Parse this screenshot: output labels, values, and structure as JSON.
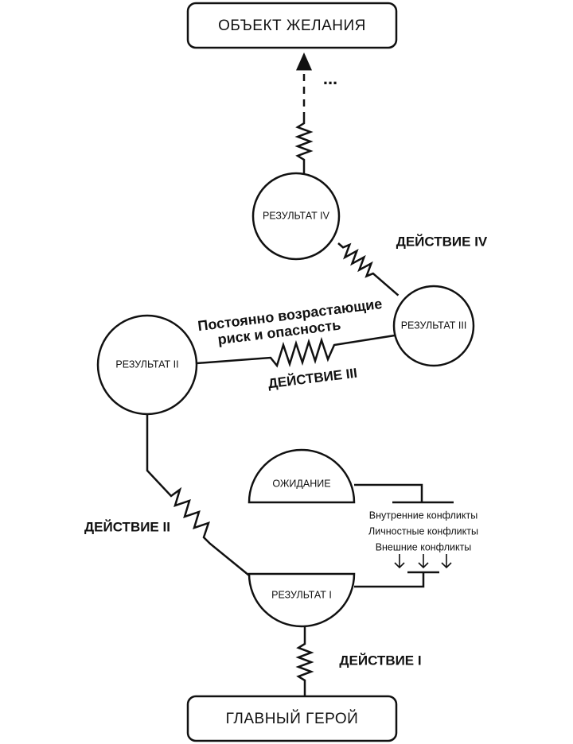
{
  "nodes": {
    "goal": "ОБЪЕКТ ЖЕЛАНИЯ",
    "hero": "ГЛАВНЫЙ ГЕРОЙ",
    "result1": "РЕЗУЛЬТАТ I",
    "result2": "РЕЗУЛЬТАТ II",
    "result3": "РЕЗУЛЬТАТ III",
    "result4": "РЕЗУЛЬТАТ IV",
    "expectation": "ОЖИДАНИЕ"
  },
  "actions": {
    "a1": "ДЕЙСТВИЕ I",
    "a2": "ДЕЙСТВИЕ II",
    "a3": "ДЕЙСТВИЕ III",
    "a4": "ДЕЙСТВИЕ IV"
  },
  "annotation": {
    "line1": "Постоянно возрастающие",
    "line2": "риск и опасность"
  },
  "conflicts": [
    "Внутренние конфликты",
    "Личностные конфликты",
    "Внешние конфликты"
  ],
  "ellipsis": "..."
}
